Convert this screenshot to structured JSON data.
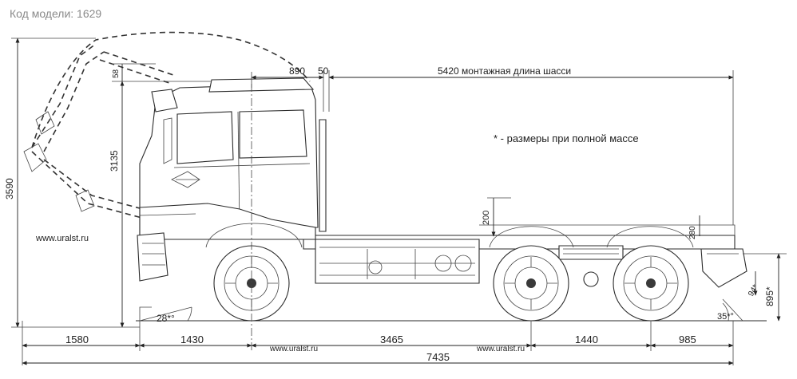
{
  "header": {
    "model_code": "Код модели: 1629"
  },
  "notes": {
    "mass_note": "* - размеры при полной массе",
    "website_left": "www.uralst.ru",
    "website_bottom_1": "www.uralst.ru",
    "website_bottom_2": "www.uralst.ru"
  },
  "dimensions": {
    "overall_height": "3590",
    "cab_height": "3135",
    "mirror_offset": "58",
    "cab_to_axis": "890",
    "gap_50": "50",
    "chassis_mount_length": "5420 монтажная длина шасси",
    "frame_height": "200",
    "frame_section": "280",
    "rear_height": "895*",
    "rear_small": "94*",
    "approach_angle": "28*°",
    "departure_angle": "35*°",
    "front_overhang": "1580",
    "to_first_axle": "1430",
    "wheelbase_main": "3465",
    "bogie_spacing": "1440",
    "rear_overhang": "985",
    "overall_length": "7435"
  },
  "colors": {
    "line": "#2a2a2a",
    "title": "#8a8a8a",
    "background": "#ffffff"
  }
}
